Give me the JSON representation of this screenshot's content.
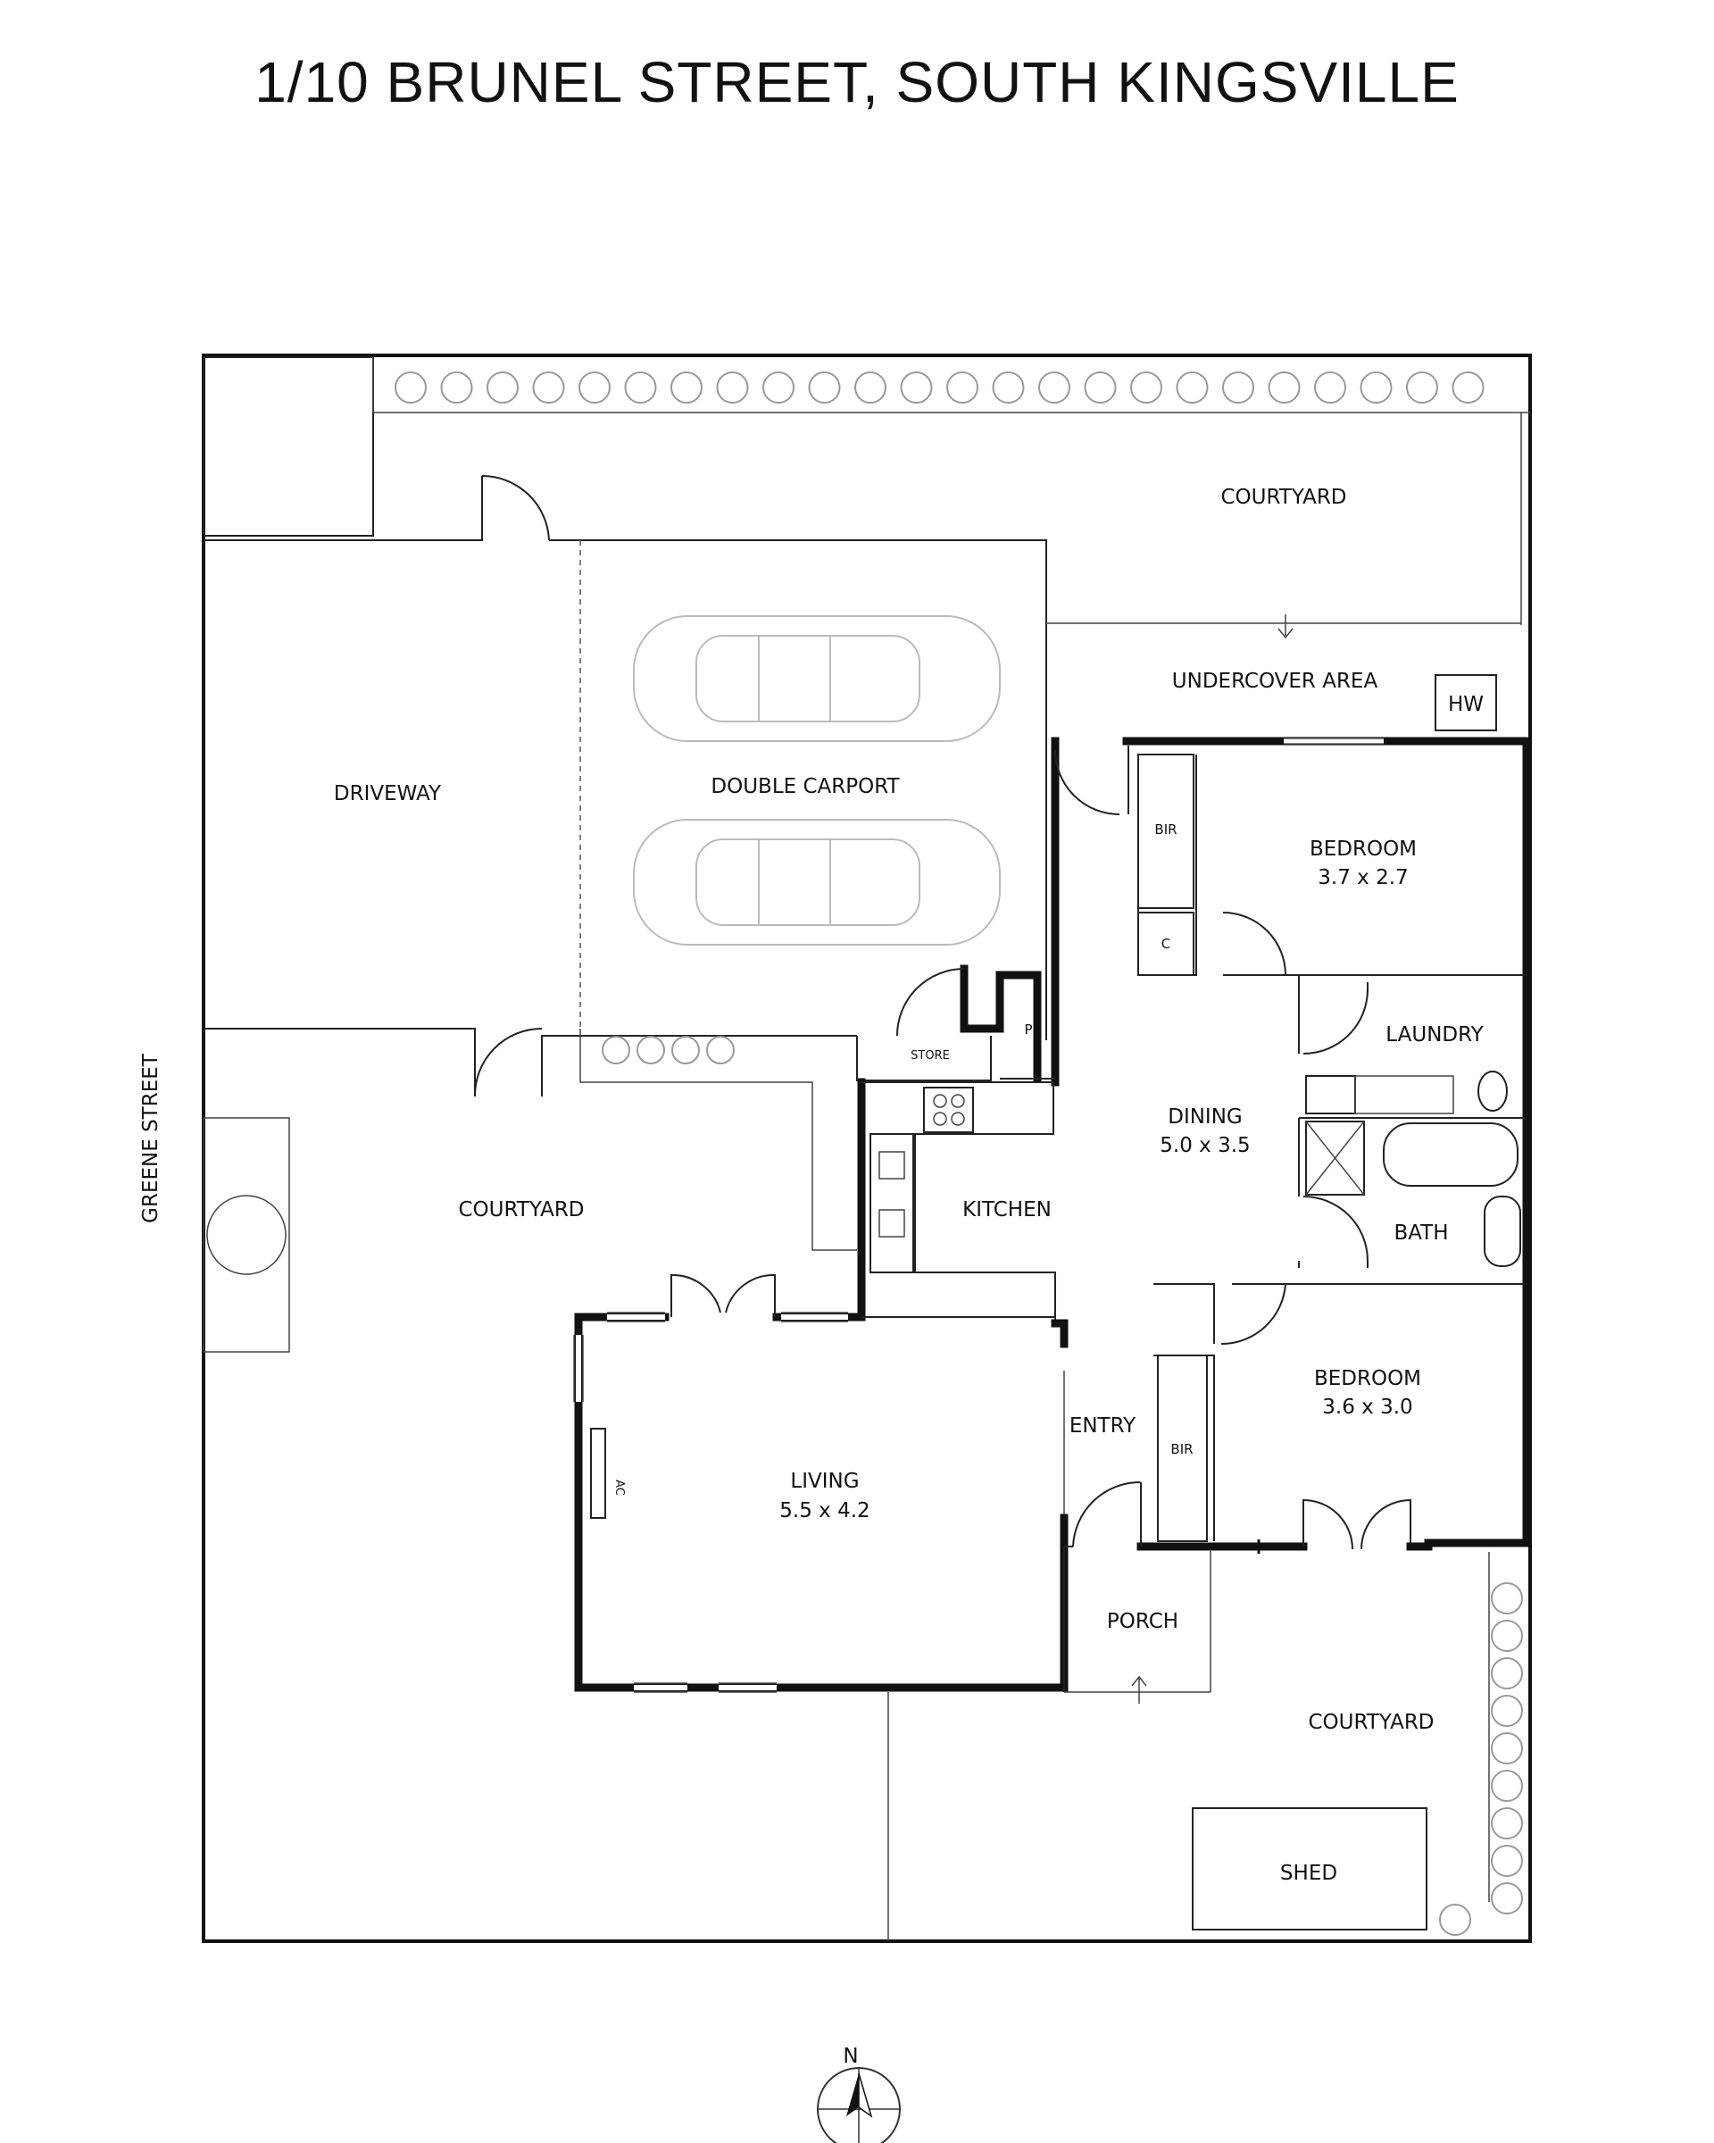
{
  "title": "1/10 BRUNEL STREET, SOUTH KINGSVILLE",
  "street": "GREENE STREET",
  "compass": "N",
  "rooms": {
    "courtyard_north": "COURTYARD",
    "undercover": "UNDERCOVER AREA",
    "hw": "HW",
    "driveway": "DRIVEWAY",
    "carport": "DOUBLE CARPORT",
    "bir1": "BIR",
    "cupboard": "C",
    "bedroom1": "BEDROOM",
    "bedroom1_size": "3.7 x 2.7",
    "laundry": "LAUNDRY",
    "pantry": "P",
    "store": "STORE",
    "dining": "DINING",
    "dining_size": "5.0 x 3.5",
    "kitchen": "KITCHEN",
    "bath": "BATH",
    "courtyard_west": "COURTYARD",
    "bedroom2": "BEDROOM",
    "bedroom2_size": "3.6 x 3.0",
    "bir2": "BIR",
    "entry": "ENTRY",
    "living": "LIVING",
    "living_size": "5.5 x 4.2",
    "ac": "AC",
    "porch": "PORCH",
    "courtyard_south": "COURTYARD",
    "shed": "SHED"
  }
}
